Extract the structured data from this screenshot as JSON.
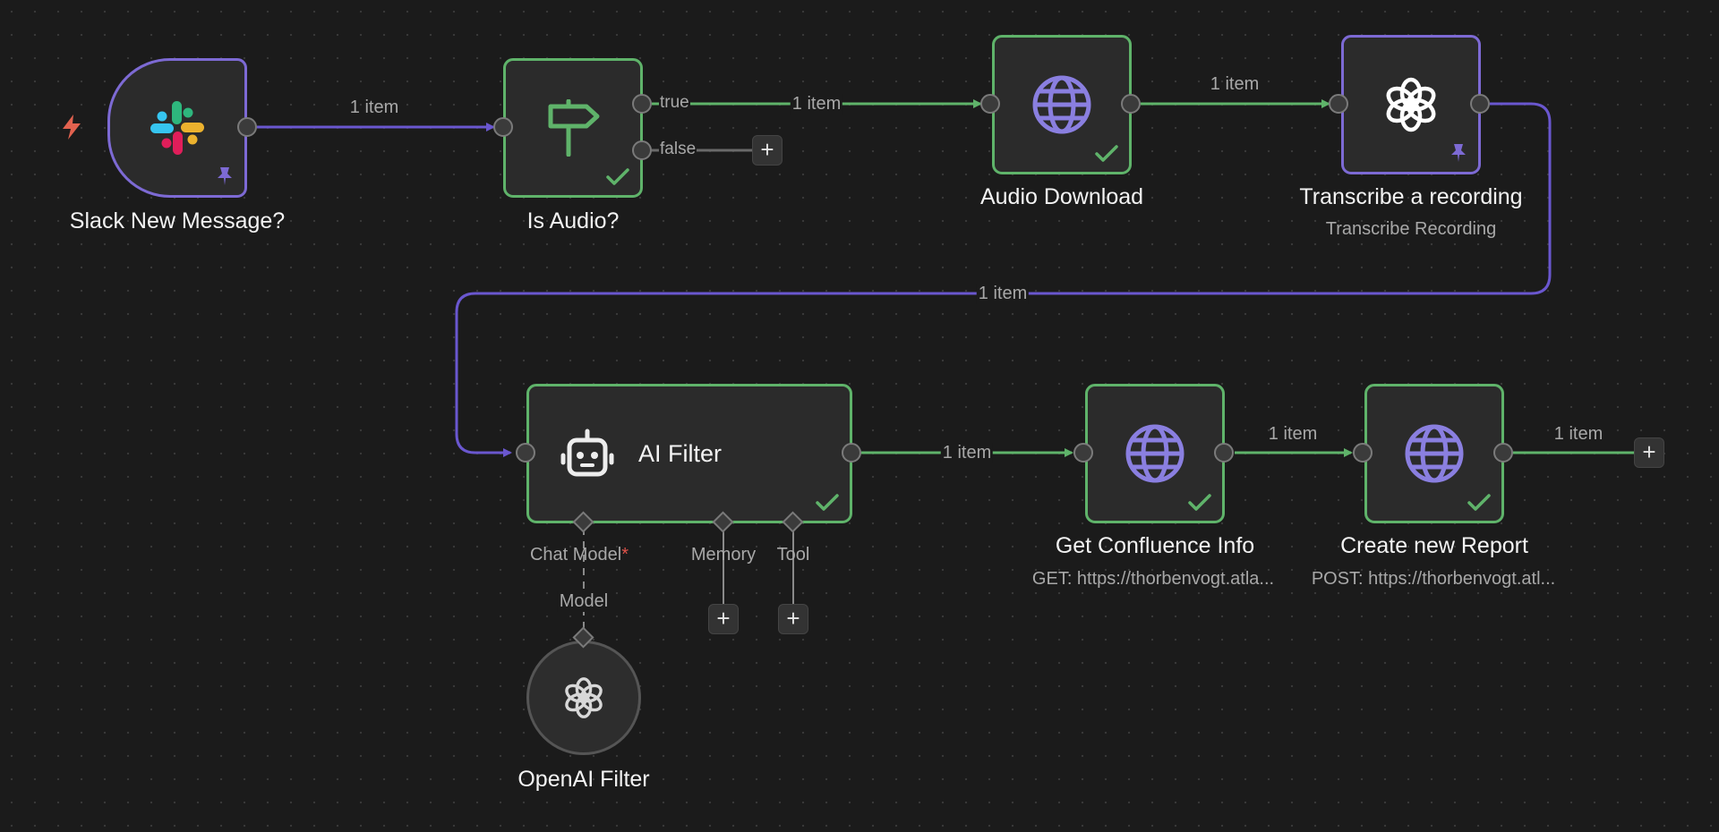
{
  "nodes": {
    "slack": {
      "title": "Slack New Message?",
      "icon": "slack-icon",
      "pinned": true
    },
    "is_audio": {
      "title": "Is Audio?",
      "icon": "signpost-icon",
      "branch_true": "true",
      "branch_false": "false"
    },
    "audio_download": {
      "title": "Audio Download",
      "icon": "globe-icon"
    },
    "transcribe": {
      "title": "Transcribe a recording",
      "subtitle": "Transcribe Recording",
      "icon": "openai-icon",
      "pinned": true
    },
    "ai_filter": {
      "title": "AI Filter",
      "icon": "robot-icon",
      "ports": {
        "chat_model": "Chat Model",
        "required_mark": "*",
        "memory": "Memory",
        "tool": "Tool"
      },
      "model_link_label": "Model"
    },
    "openai_filter": {
      "title": "OpenAI Filter",
      "icon": "openai-icon"
    },
    "confluence": {
      "title": "Get Confluence Info",
      "subtitle": "GET: https://thorbenvogt.atla...",
      "icon": "globe-icon"
    },
    "report": {
      "title": "Create new Report",
      "subtitle": "POST: https://thorbenvogt.atl...",
      "icon": "globe-icon"
    }
  },
  "connections": {
    "slack_to_is_audio": "1 item",
    "true_to_audio_download": "1 item",
    "audio_download_to_transcribe": "1 item",
    "transcribe_to_ai_filter": "1 item",
    "ai_filter_to_confluence": "1 item",
    "confluence_to_report": "1 item",
    "report_out": "1 item"
  },
  "add_button_symbol": "+",
  "colors": {
    "background": "#1b1b1b",
    "success_green": "#5fb36a",
    "pinned_purple": "#7d6ad4",
    "globe_purple": "#8a7fe0",
    "trigger_bolt": "#e2624f"
  }
}
